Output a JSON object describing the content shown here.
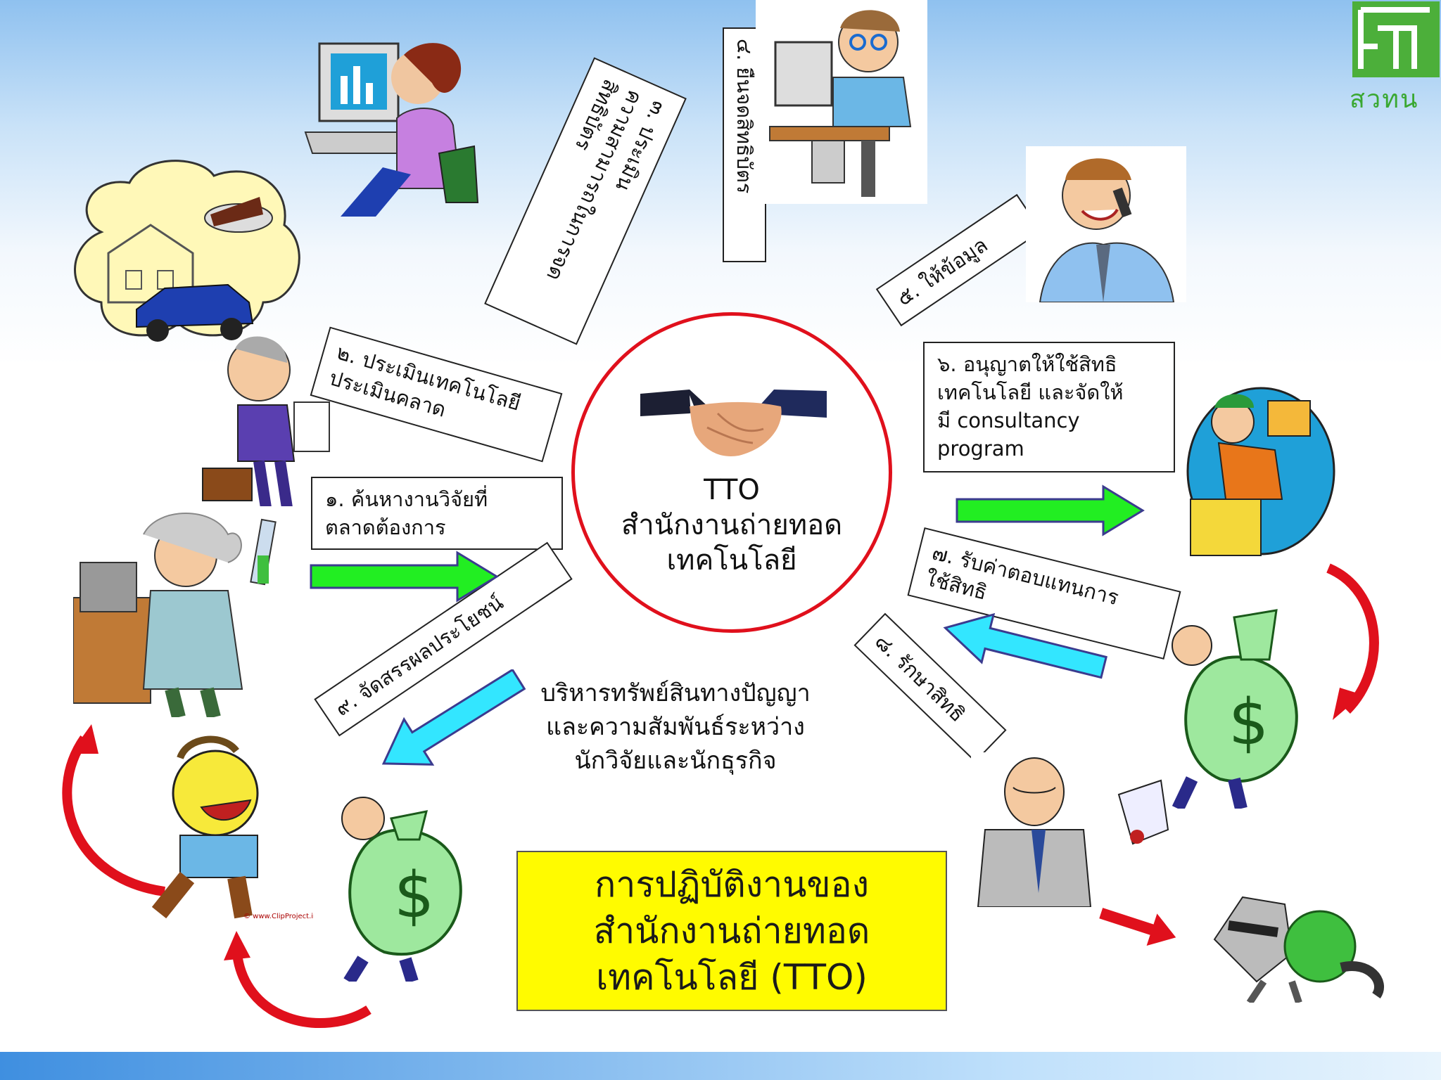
{
  "logo": {
    "text": "สวทน",
    "icon": "institution-logo"
  },
  "center": {
    "title": "TTO\nสำนักงานถ่ายทอด\nเทคโนโลยี",
    "icon": "handshake-icon"
  },
  "steps": [
    {
      "label": "๑. ค้นหางานวิจัยที่\nตลาดต้องการ"
    },
    {
      "label": "๒. ประเมินเทคโนโลยี\nประเมินคลาด"
    },
    {
      "label": "๓. ประเมิน\nความสามารถในการจด\nสิทธิบัตร"
    },
    {
      "label": "๔. ยื่นจดสิทธิบัตร"
    },
    {
      "label": "๕. ให้ข้อมูล"
    },
    {
      "label": "๖. อนุญาตให้ใช้สิทธิ\nเทคโนโลยี และจัดให้\nมี consultancy\nprogram"
    },
    {
      "label": "๗. รับค่าตอบแทนการ\nใช้สิทธิ"
    },
    {
      "label": "๘. รักษาสิทธิ"
    },
    {
      "label": "๙. จัดสรรผลประโยชน์"
    }
  ],
  "middle_caption": "บริหารทรัพย์สินทางปัญญา\nและความสัมพันธ์ระหว่าง\nนักวิจัยและนักธุรกิจ",
  "title": "การปฏิบัติงานของ\nสำนักงานถ่ายทอด\nเทคโนโลยี (TTO)",
  "watermark": "© www.ClipProject.info",
  "colors": {
    "green_arrow": "#22ee22",
    "cyan_arrow": "#33e6ff",
    "red_arrow": "#e0101c",
    "title_bg": "#fffb00",
    "circle_border": "#e0101c"
  }
}
